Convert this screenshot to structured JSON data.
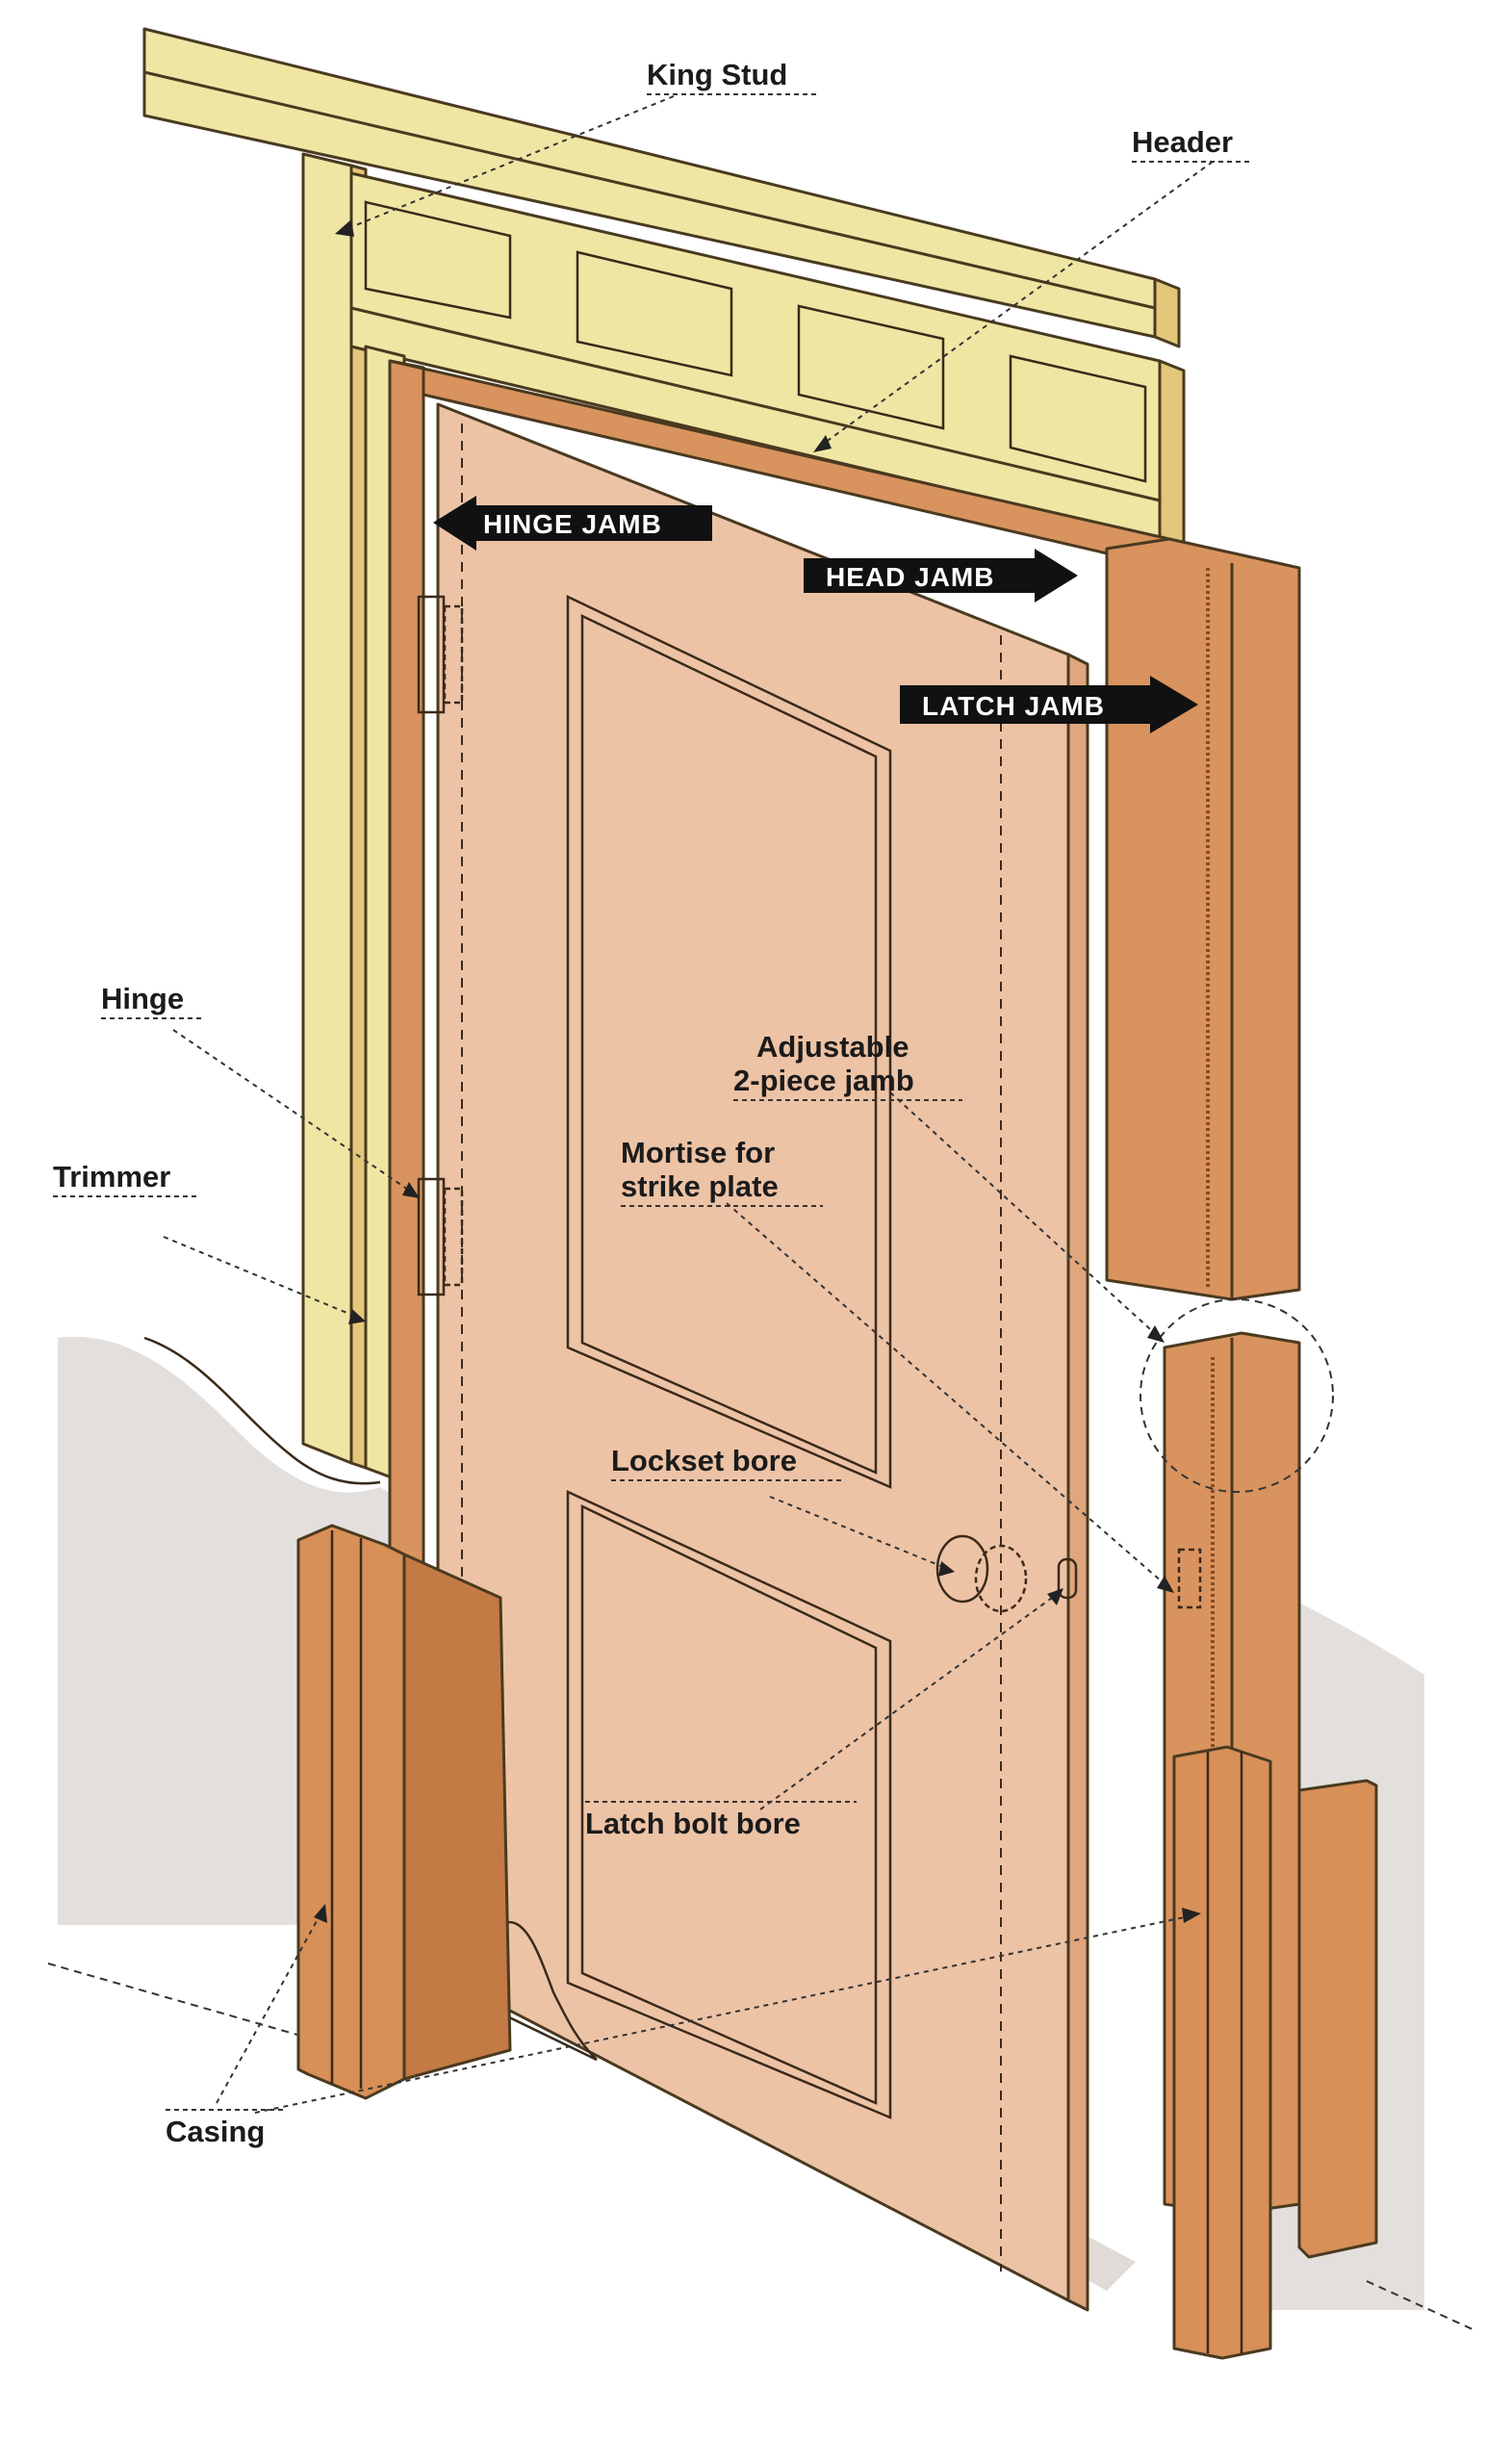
{
  "labels": {
    "king_stud": "King Stud",
    "header": "Header",
    "hinge": "Hinge",
    "trimmer": "Trimmer",
    "adjustable_jamb_line1": "Adjustable",
    "adjustable_jamb_line2": "2-piece jamb",
    "mortise_line1": "Mortise for",
    "mortise_line2": "strike plate",
    "lockset_bore": "Lockset bore",
    "latch_bolt_bore": "Latch bolt bore",
    "casing": "Casing"
  },
  "arrow_labels": {
    "hinge_jamb": "HINGE JAMB",
    "head_jamb": "HEAD JAMB",
    "latch_jamb": "LATCH JAMB"
  },
  "colors": {
    "framing_lumber": "#efe6a4",
    "framing_end_grain": "#e3c77a",
    "jamb_wood": "#d9935e",
    "door_face": "#edc3a6",
    "casing_wood": "#d88f58",
    "wall": "#e3dfdc",
    "arrow_fill": "#111111"
  }
}
